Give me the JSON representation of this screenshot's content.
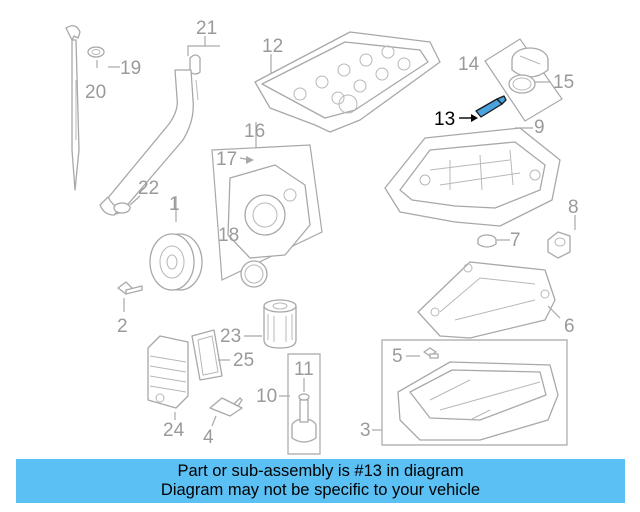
{
  "diagram": {
    "callouts": [
      "1",
      "2",
      "3",
      "4",
      "5",
      "6",
      "7",
      "8",
      "9",
      "10",
      "11",
      "12",
      "13",
      "14",
      "15",
      "16",
      "17",
      "18",
      "19",
      "20",
      "21",
      "22",
      "23",
      "24",
      "25"
    ],
    "highlighted_part": "13",
    "highlight_color": "#4aa3df"
  },
  "banner": {
    "line1": "Part or sub-assembly is #13 in diagram",
    "line2": "Diagram may not be specific to your vehicle",
    "background": "#5bc0f4"
  }
}
